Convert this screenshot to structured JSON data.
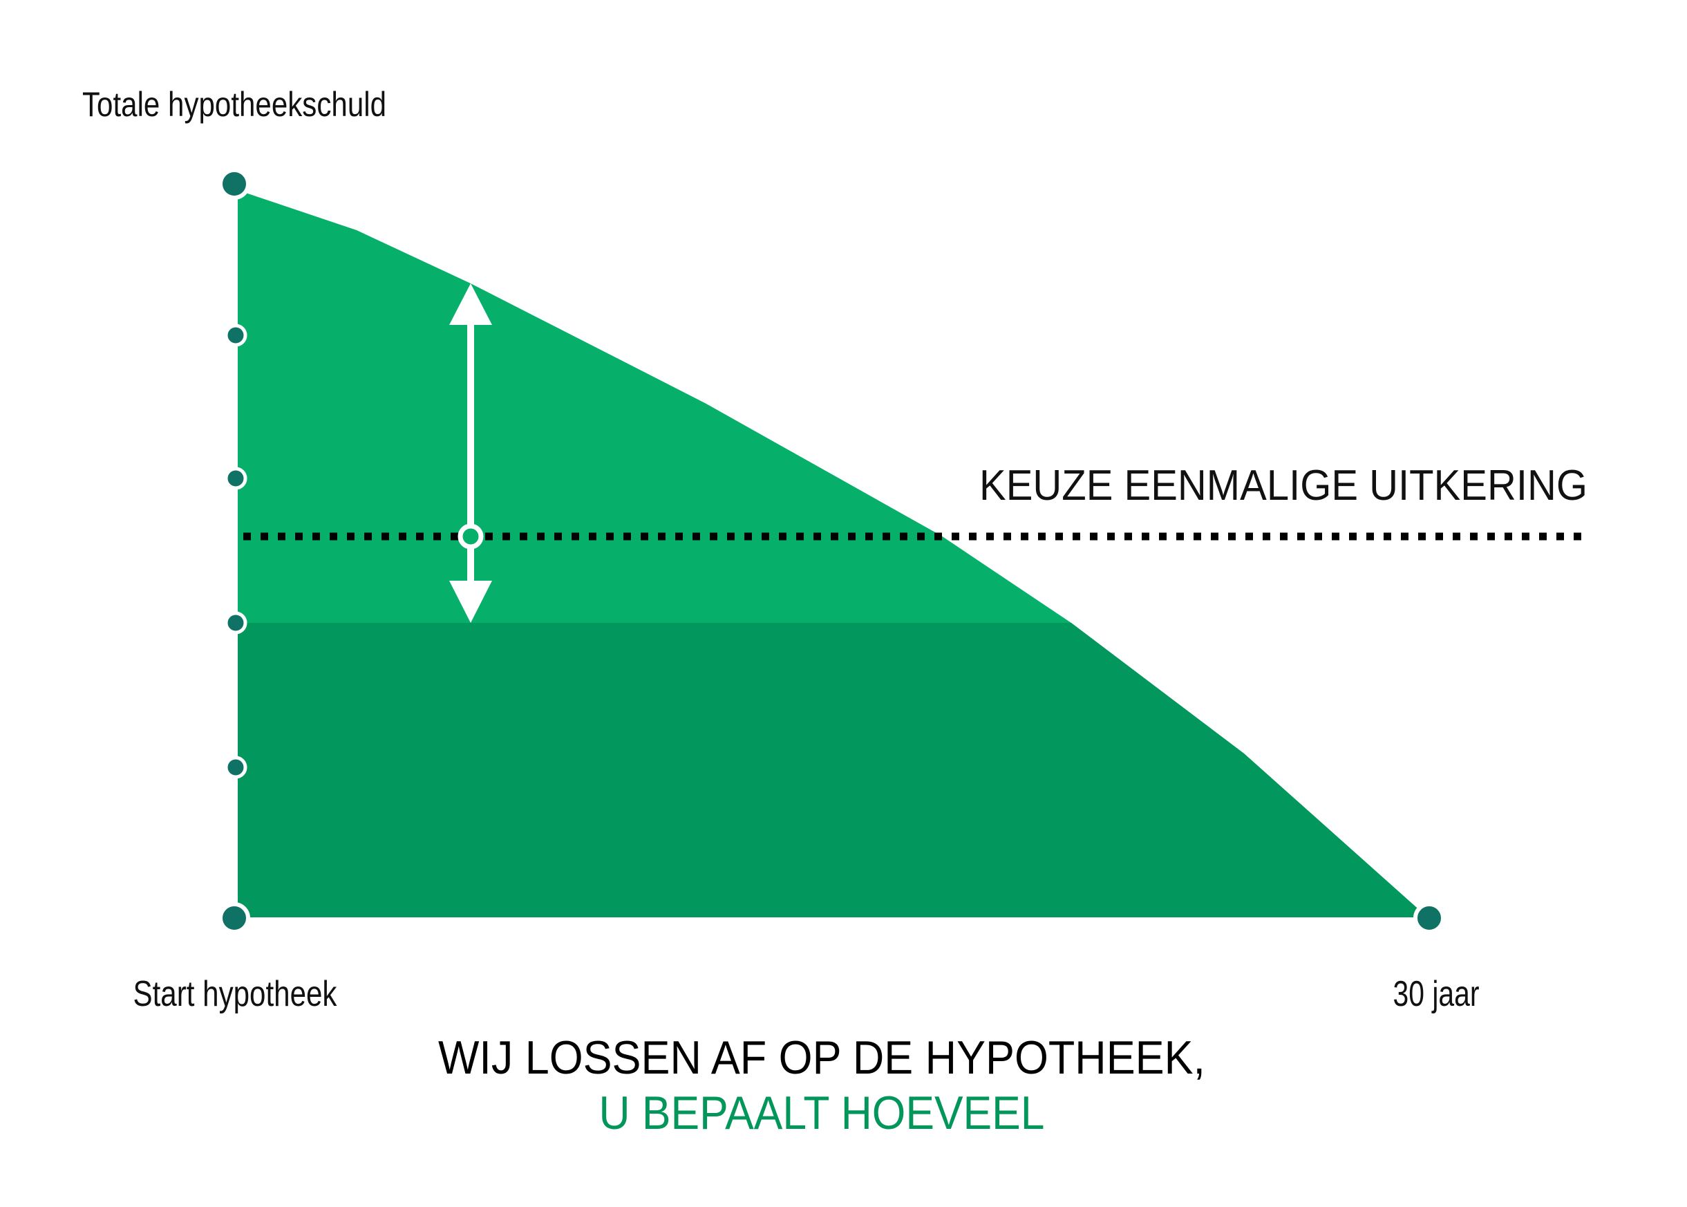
{
  "labels": {
    "y_axis": "Totale hypotheekschuld",
    "x_start": "Start hypotheek",
    "x_end": "30 jaar",
    "threshold": "KEUZE EENMALIGE UITKERING"
  },
  "caption": {
    "line1": "WIJ LOSSEN AF OP DE HYPOTHEEK,",
    "line2": "U BEPAALT HOEVEEL"
  },
  "colors": {
    "light_green": "#07b06a",
    "dark_green": "#02975c",
    "dot": "#0f7264",
    "caption_green": "#03965b"
  }
}
